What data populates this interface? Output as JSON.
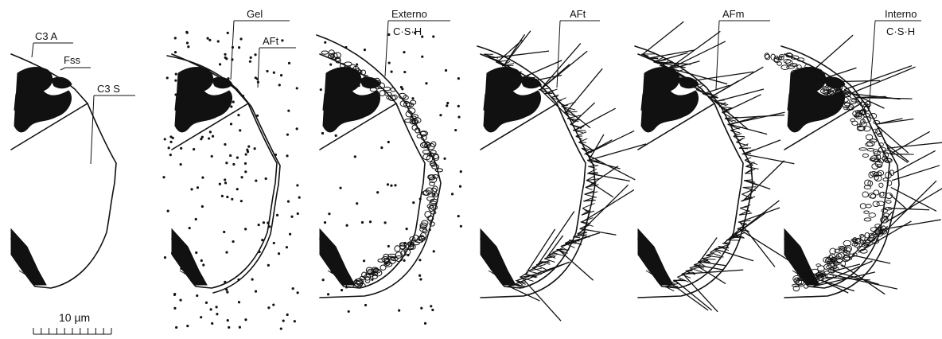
{
  "panels": [
    {
      "id": "p1",
      "labels": [
        "C3 A",
        "Fss",
        "C3 S"
      ]
    },
    {
      "id": "p2",
      "labels": [
        "Gel",
        "AFt"
      ]
    },
    {
      "id": "p3",
      "labels": [
        "Externo",
        "C·S·H"
      ]
    },
    {
      "id": "p4",
      "labels": [
        "AFt"
      ]
    },
    {
      "id": "p5",
      "labels": [
        "AFm"
      ]
    },
    {
      "id": "p6",
      "labels": [
        "Interno",
        "C·S·H"
      ]
    }
  ],
  "scale_bar": {
    "label": "10 µm"
  },
  "text": {
    "c3a": "C3 A",
    "fss": "Fss",
    "c3s": "C3 S",
    "gel": "Gel",
    "aft1": "AFt",
    "externo": "Externo",
    "csh1": "C·S·H",
    "aft2": "AFt",
    "afm": "AFm",
    "interno": "Interno",
    "csh2": "C·S·H",
    "scale": "10 µm"
  }
}
